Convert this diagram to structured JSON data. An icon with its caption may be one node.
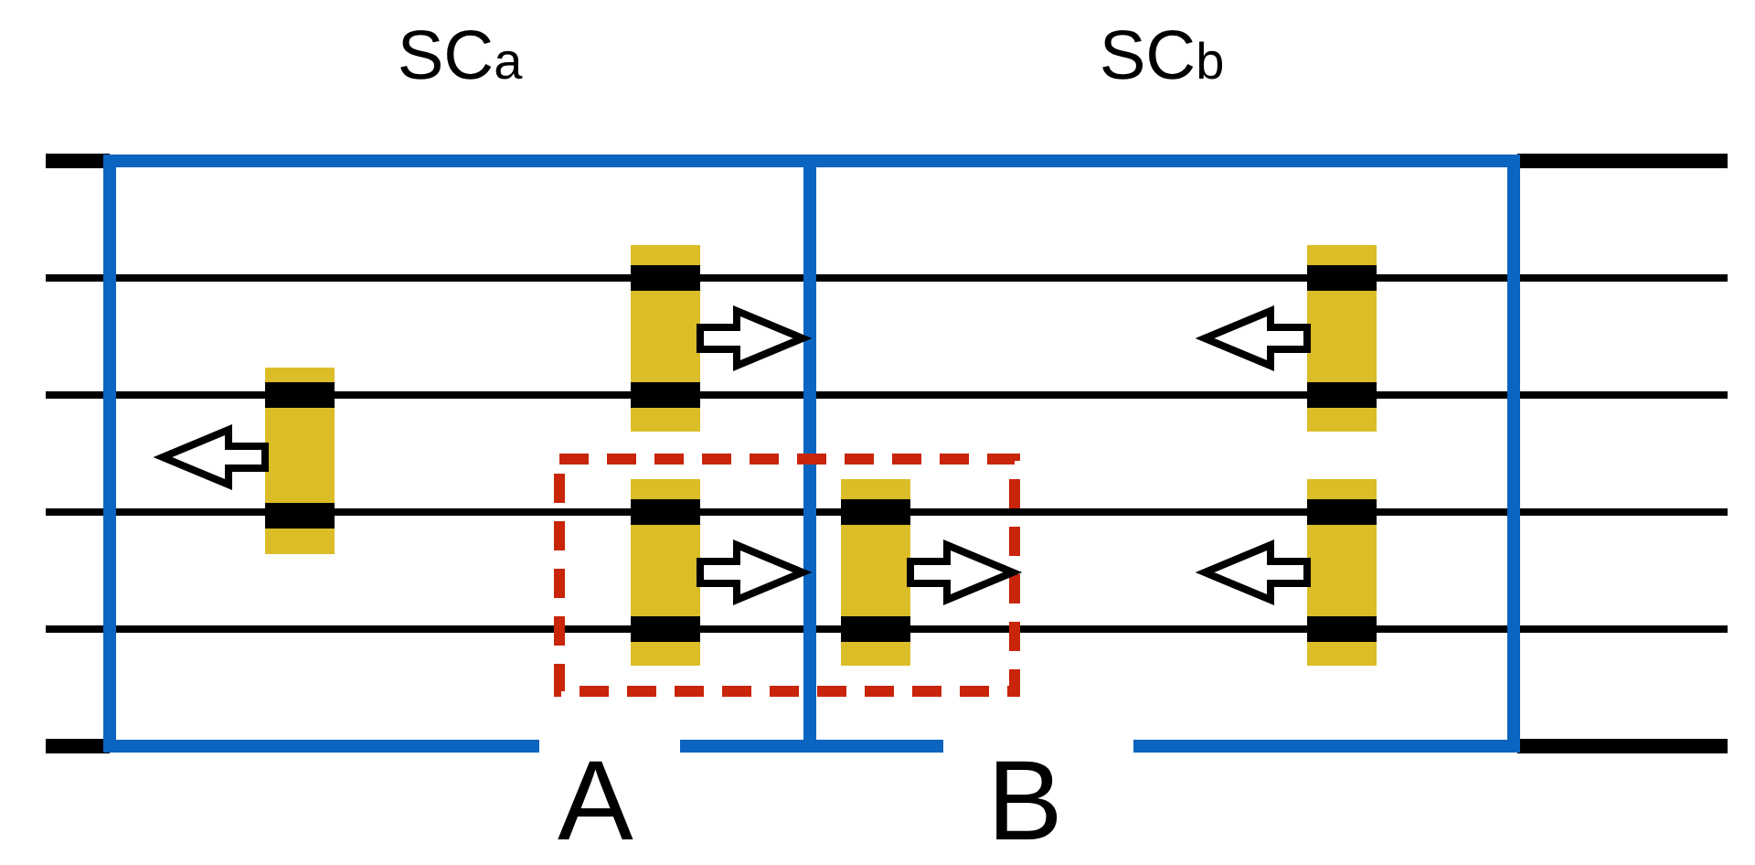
{
  "diagram": {
    "nodes": [
      {
        "text": [
          "SC$_{a}$"
        ]
      },
      {
        "text": [
          "SC$_{b}$"
        ]
      }
    ],
    "labels": [
      "A",
      "B"
    ]
  }
}
